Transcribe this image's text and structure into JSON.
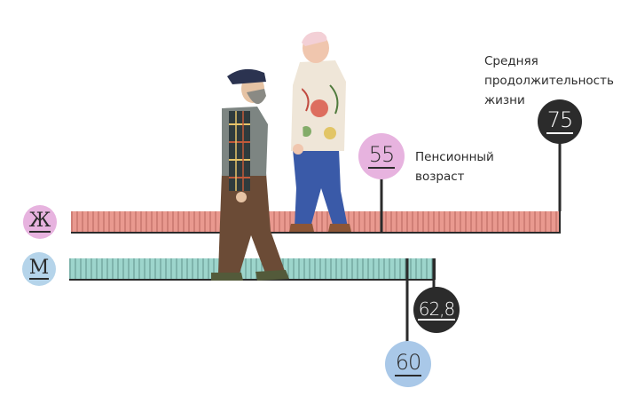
{
  "female": {
    "symbol": "Ж",
    "bar_color": "#e9998f",
    "hatch_color": "#8c3a36",
    "marker_color": "#e7b3df"
  },
  "male": {
    "symbol": "М",
    "bar_color": "#9dd5cc",
    "hatch_color": "#2f5d58",
    "marker_color": "#b5d4ea"
  },
  "retirement_age_label": "Пенсионный возраст",
  "life_expectancy_label": "Средняя продолжительность жизни",
  "markers": {
    "female_retirement": "55",
    "female_life_expectancy": "75",
    "male_retirement": "60",
    "male_life_expectancy": "62,8"
  }
}
